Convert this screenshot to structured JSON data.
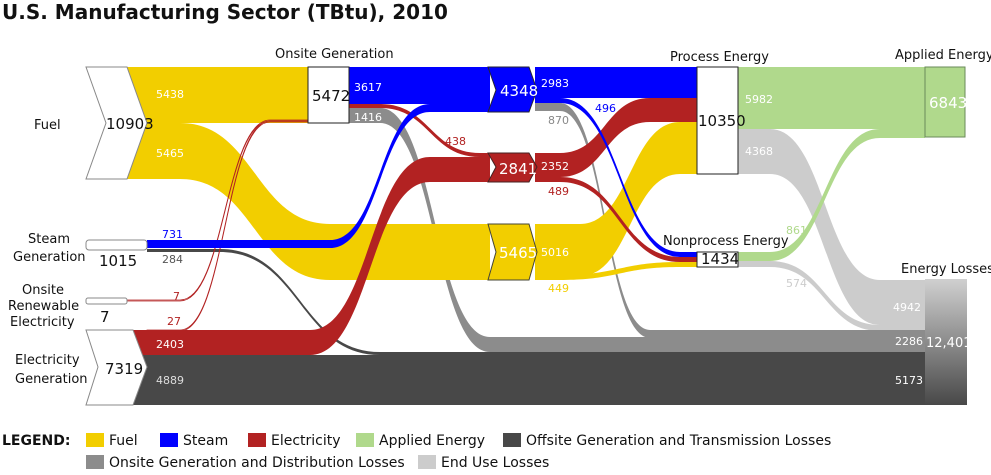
{
  "title": "U.S. Manufacturing Sector (TBtu), 2010",
  "colors": {
    "fuel": "#f2ce00",
    "steam": "#0000ff",
    "electricity": "#b22222",
    "applied": "#b0d98c",
    "offsite_losses": "#484848",
    "onsite_losses": "#8c8c8c",
    "end_use_losses": "#cccccc"
  },
  "nodes": {
    "fuel": {
      "label": "Fuel",
      "value": "10903"
    },
    "steam_gen": {
      "label": "Steam Generation",
      "line1": "Steam",
      "line2": "Generation",
      "value": "1015"
    },
    "renewable": {
      "line1": "Onsite",
      "line2": "Renewable",
      "line3": "Electricity",
      "value": "7"
    },
    "elec_gen": {
      "line1": "Electricity",
      "line2": "Generation",
      "value": "7319"
    },
    "onsite_gen": {
      "label": "Onsite Generation",
      "value": "5472"
    },
    "steam": {
      "value": "4348"
    },
    "electricity": {
      "value": "2841"
    },
    "fuel_mid": {
      "value": "5465"
    },
    "process": {
      "label": "Process Energy",
      "value": "10350"
    },
    "nonprocess": {
      "label": "Nonprocess Energy",
      "value": "1434"
    },
    "applied": {
      "label": "Applied Energy",
      "value": "6843"
    },
    "losses": {
      "label": "Energy Losses",
      "value": "12,401"
    }
  },
  "flows": {
    "fuel_onsite": "5438",
    "fuel_direct": "5465",
    "onsite_steam": "3617",
    "onsite_elec": "438",
    "onsite_loss": "1416",
    "steam_steam": "731",
    "steam_loss": "284",
    "renew_elec": "7",
    "elec_onsite": "27",
    "elec_elec": "2403",
    "elec_loss": "4889",
    "steam_process": "2983",
    "steam_nonprocess": "496",
    "steam_loss2": "870",
    "elec_process": "2352",
    "elec_nonprocess": "489",
    "fuel_process": "5016",
    "fuel_nonprocess": "449",
    "process_applied": "5982",
    "process_loss": "4368",
    "nonprocess_applied": "861",
    "nonprocess_loss": "574",
    "loss_enduse": "4942",
    "loss_onsite": "2286",
    "loss_offsite": "5173"
  },
  "legend": {
    "title": "LEGEND:",
    "items": [
      "Fuel",
      "Steam",
      "Electricity",
      "Applied Energy",
      "Offsite Generation and Transmission Losses",
      "Onsite Generation and Distribution Losses",
      "End Use Losses"
    ]
  }
}
